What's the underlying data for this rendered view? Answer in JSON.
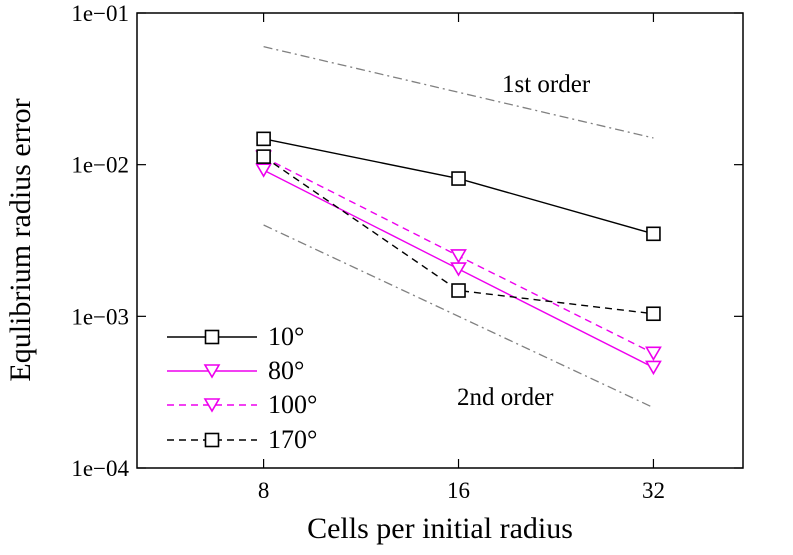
{
  "chart_data": {
    "type": "line",
    "xlabel": "Cells per initial radius",
    "ylabel": "Equlibrium radius error",
    "xscale": "log2",
    "yscale": "log10",
    "xlim": [
      5.1,
      44
    ],
    "ylim": [
      0.0001,
      0.1
    ],
    "xticks": [
      8,
      16,
      32
    ],
    "xtick_labels": [
      "8",
      "16",
      "32"
    ],
    "yticks": [
      0.0001,
      0.001,
      0.01,
      0.1
    ],
    "ytick_labels": [
      "1e−04",
      "1e−03",
      "1e−02",
      "1e−01"
    ],
    "grid": false,
    "legend_position": "bottom-left",
    "series": [
      {
        "name": "10°",
        "x": [
          8,
          16,
          32
        ],
        "values": [
          0.0148,
          0.0081,
          0.0035
        ],
        "color": "#000000",
        "marker": "square",
        "dash": "solid"
      },
      {
        "name": "80°",
        "x": [
          8,
          16,
          32
        ],
        "values": [
          0.0092,
          0.00205,
          0.00046
        ],
        "color": "#ee00ee",
        "marker": "triangle-down",
        "dash": "solid"
      },
      {
        "name": "100°",
        "x": [
          8,
          16,
          32
        ],
        "values": [
          0.0112,
          0.0025,
          0.00057
        ],
        "color": "#ee00ee",
        "marker": "triangle-down",
        "dash": "dashed"
      },
      {
        "name": "170°",
        "x": [
          8,
          16,
          32
        ],
        "values": [
          0.0113,
          0.00148,
          0.00104
        ],
        "color": "#000000",
        "marker": "square",
        "dash": "dashed"
      }
    ],
    "reference_lines": [
      {
        "label": "1st order",
        "x": [
          8,
          32
        ],
        "values": [
          0.06,
          0.015
        ],
        "color": "#808080"
      },
      {
        "label": "2nd order",
        "x": [
          8,
          32
        ],
        "values": [
          0.004,
          0.00025
        ],
        "color": "#808080"
      }
    ]
  }
}
